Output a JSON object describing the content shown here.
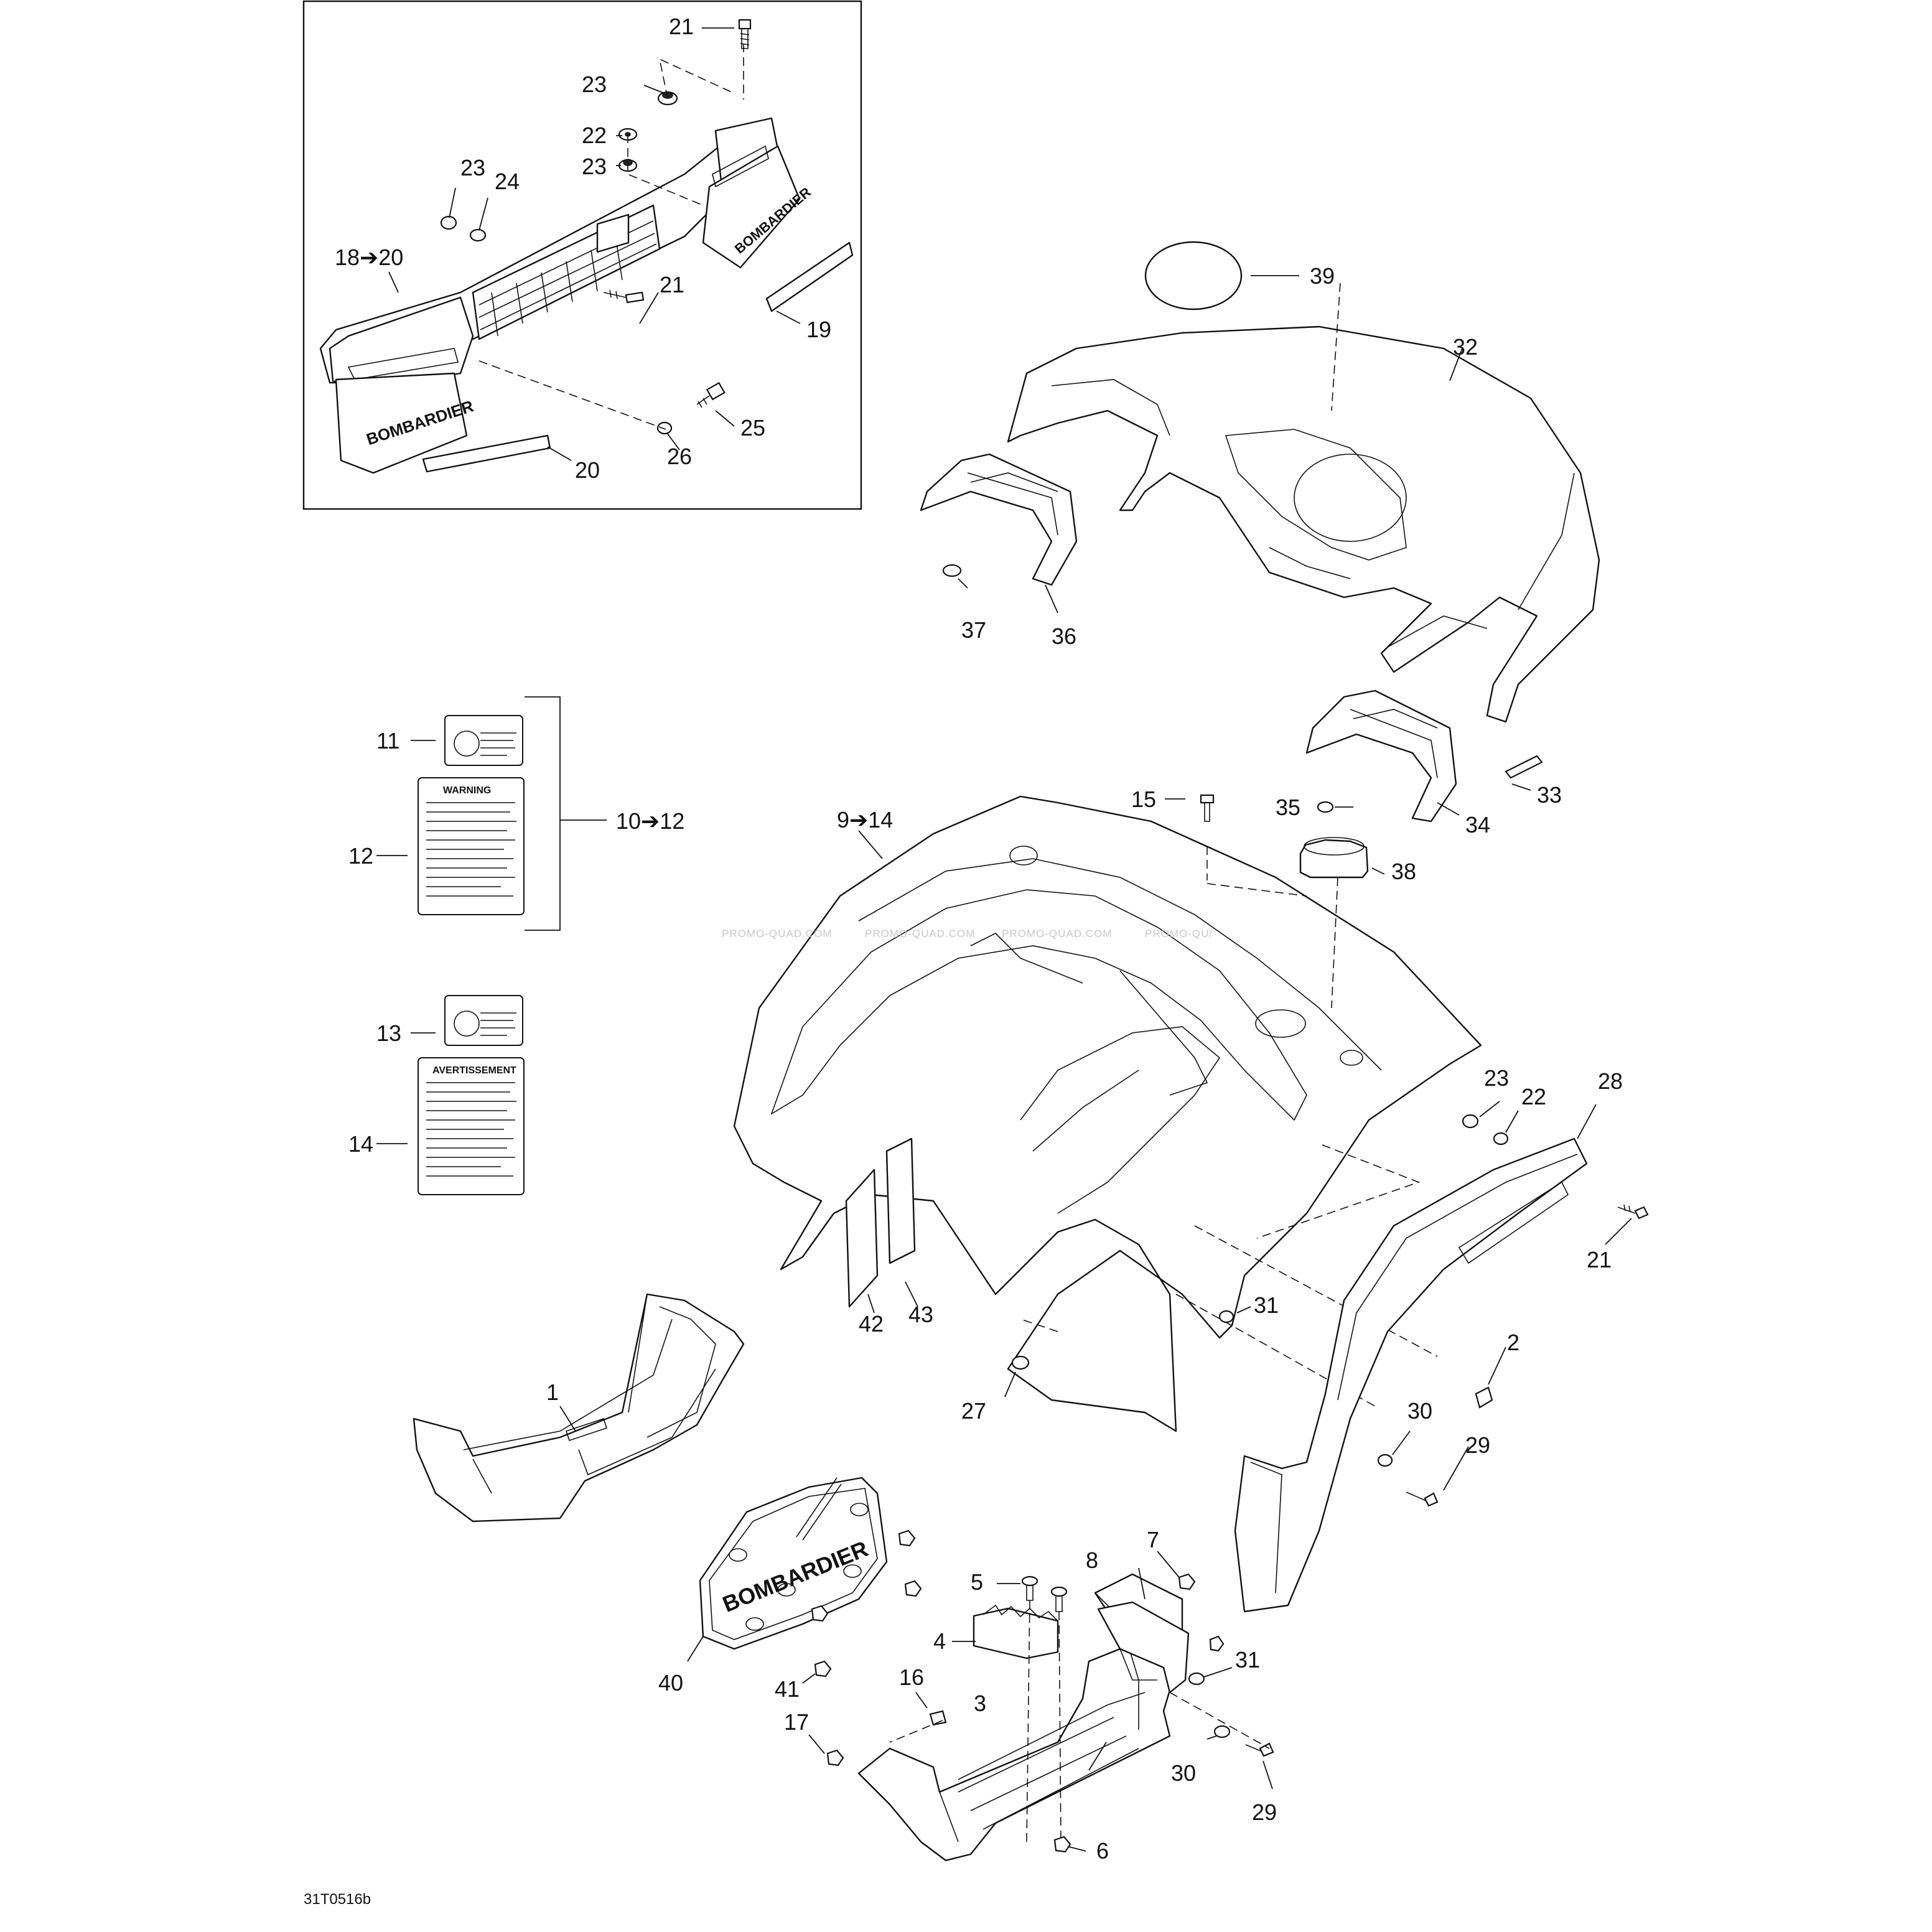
{
  "callouts": {
    "c1": "1",
    "c2": "2",
    "c3": "3",
    "c4": "4",
    "c5": "5",
    "c6": "6",
    "c7": "7",
    "c8": "8",
    "c9_14": "9➔14",
    "c10_12": "10➔12",
    "c11": "11",
    "c12": "12",
    "c13": "13",
    "c14": "14",
    "c15": "15",
    "c16": "16",
    "c17": "17",
    "c18_20": "18➔20",
    "c19": "19",
    "c20": "20",
    "c21_inset_top": "21",
    "c21_inset_mid": "21",
    "c21_right": "21",
    "c22_inset": "22",
    "c22_right": "22",
    "c23_inset_a": "23",
    "c23_inset_b": "23",
    "c23_inset_c": "23",
    "c23_right": "23",
    "c24": "24",
    "c25": "25",
    "c26": "26",
    "c27": "27",
    "c28": "28",
    "c29_upper": "29",
    "c29_lower": "29",
    "c30_upper": "30",
    "c30_lower": "30",
    "c31_upper": "31",
    "c31_lower": "31",
    "c32": "32",
    "c33": "33",
    "c34": "34",
    "c35": "35",
    "c36": "36",
    "c37": "37",
    "c38": "38",
    "c39": "39",
    "c40": "40",
    "c41": "41",
    "c42": "42",
    "c43": "43"
  },
  "drawing_code": "31T0516b",
  "watermark": "PROMO-QUAD.COM",
  "watermark_tail": "PROMO-QU/",
  "brand_text": "BOMBARDIER",
  "labels": {
    "warning_title": "WARNING",
    "avertissement_title": "AVERTISSEMENT"
  }
}
